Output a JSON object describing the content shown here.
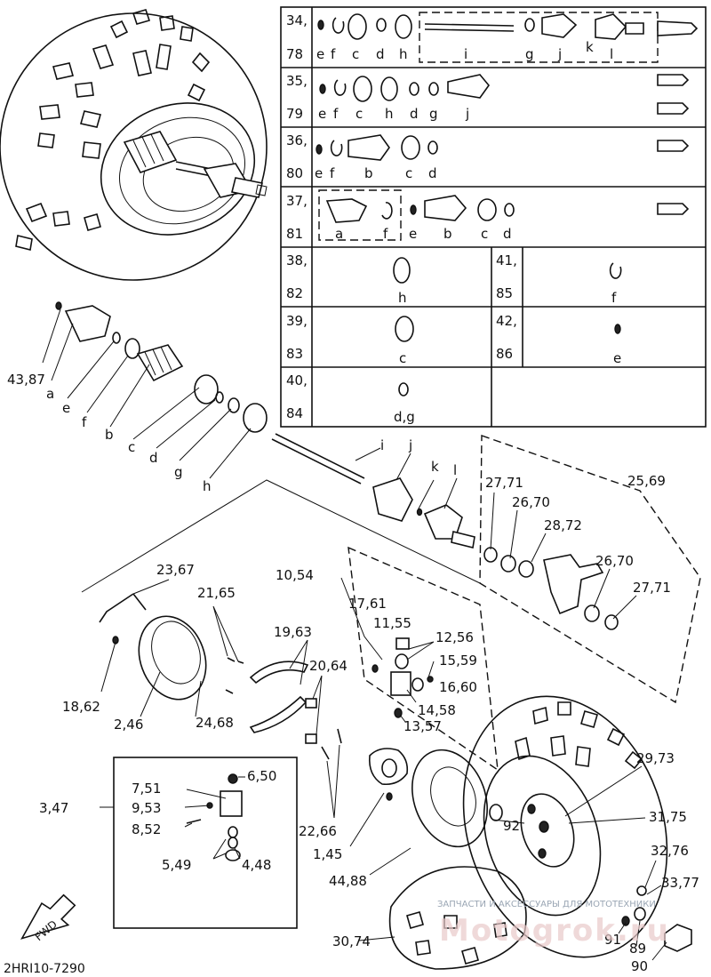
{
  "drawing_code": "2HRI10-7290",
  "fwd_label": "FWD",
  "watermark_small": "ЗАПЧАСТИ И АКСЕССУАРЫ ДЛЯ МОТОТЕХНИКИ",
  "watermark_big": "Motogrok.ru",
  "table": {
    "rows": [
      {
        "top": "34,",
        "bottom": "78",
        "letters": [
          "e",
          "f",
          "c",
          "d",
          "h",
          "i",
          "g",
          "j",
          "k",
          "l"
        ]
      },
      {
        "top": "35,",
        "bottom": "79",
        "letters": [
          "e",
          "f",
          "c",
          "h",
          "d",
          "g",
          "j"
        ]
      },
      {
        "top": "36,",
        "bottom": "80",
        "letters": [
          "e",
          "f",
          "b",
          "c",
          "d"
        ]
      },
      {
        "top": "37,",
        "bottom": "81",
        "letters": [
          "a",
          "f",
          "e",
          "b",
          "c",
          "d"
        ]
      },
      {
        "top": "38,",
        "bottom": "82",
        "letter": "h",
        "top2": "41,",
        "bottom2": "85",
        "letter2": "f"
      },
      {
        "top": "39,",
        "bottom": "83",
        "letter": "c",
        "top2": "42,",
        "bottom2": "86",
        "letter2": "e"
      },
      {
        "top": "40,",
        "bottom": "84",
        "letter": "d,g"
      }
    ]
  },
  "shaft_labels": {
    "ref": "43,87",
    "a": "a",
    "e": "e",
    "f": "f",
    "b": "b",
    "c": "c",
    "d": "d",
    "g": "g",
    "h": "h",
    "i": "i",
    "j": "j",
    "k": "k",
    "l": "l"
  },
  "knuckle_labels": [
    "25,69",
    "27,71",
    "26,70",
    "28,72",
    "26,70",
    "27,71"
  ],
  "brake_labels": {
    "l23": "23,67",
    "l21": "21,65",
    "l10": "10,54",
    "l17": "17,61",
    "l11": "11,55",
    "l19": "19,63",
    "l12": "12,56",
    "l20": "20,64",
    "l15": "15,59",
    "l16": "16,60",
    "l14": "14,58",
    "l13": "13,57",
    "l18": "18,62",
    "l2": "2,46",
    "l24": "24,68",
    "l22": "22,66",
    "l1": "1,45",
    "l44": "44,88"
  },
  "cylinder_labels": {
    "l3": "3,47",
    "l7": "7,51",
    "l9": "9,53",
    "l8": "8,52",
    "l5": "5,49",
    "l6": "6,50",
    "l4": "4,48"
  },
  "wheel_labels": {
    "l92": "92",
    "l29": "29,73",
    "l31": "31,75",
    "l32": "32,76",
    "l33": "33,77",
    "l30": "30,74",
    "l91": "91",
    "l89": "89",
    "l90": "90"
  }
}
